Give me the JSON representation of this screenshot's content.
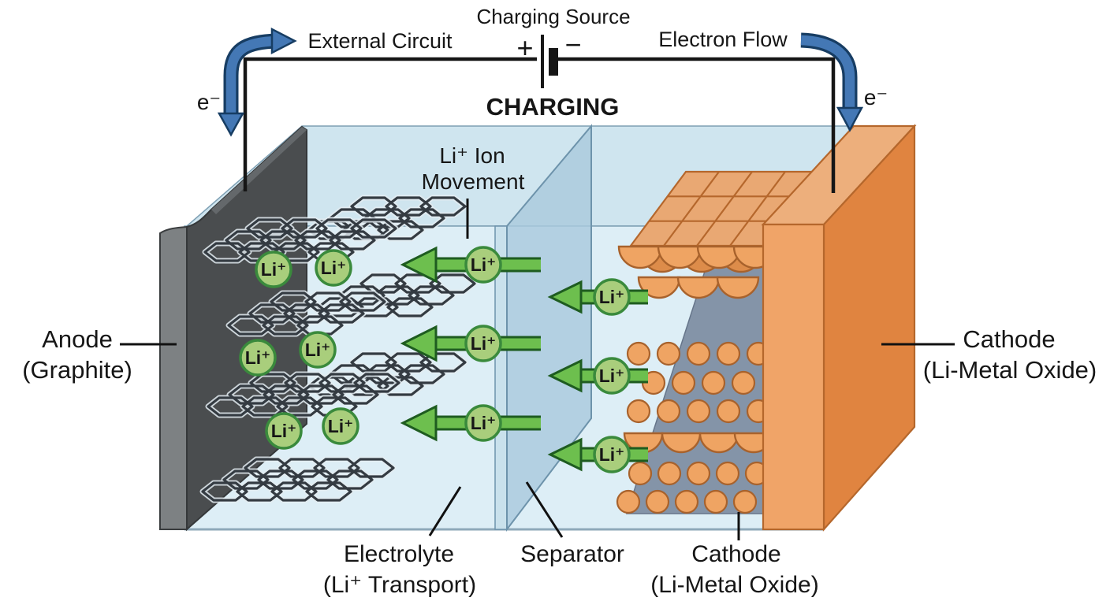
{
  "diagram": {
    "charging_source": "Charging Source",
    "plus": "+",
    "minus": "−",
    "state_label": "CHARGING",
    "external_circuit": "External Circuit",
    "electron_flow": "Electron Flow",
    "electron_symbol_left": "e⁻",
    "electron_symbol_right": "e⁻",
    "li_ion_movement": {
      "line1": "Li⁺ Ion",
      "line2": "Movement"
    },
    "anode_label": {
      "line1": "Anode",
      "line2": "(Graphite)"
    },
    "cathode_label_right": {
      "line1": "Cathode",
      "line2": "(Li-Metal Oxide)"
    },
    "electrolyte_label": {
      "line1": "Electrolyte",
      "line2": "(Li⁺ Transport)"
    },
    "separator_label": "Separator",
    "cathode_label_bottom": {
      "line1": "Cathode",
      "line2": "(Li-Metal Oxide)"
    },
    "ion_label": "Li⁺",
    "ion_count_in_electrolyte": 6,
    "ion_count_at_anode": 6
  },
  "colors": {
    "electrolyte_front": "#ddeef6",
    "electrolyte_top": "#cfe5ef",
    "separator": "#a9c9dd",
    "anode_dark": "#4a4d4f",
    "anode_edge": "#7d8183",
    "cathode_front": "#f0a468",
    "cathode_side": "#e08440",
    "cathode_top": "#edaf7c",
    "crystal_orange": "#efa463",
    "crystal_gray": "#8494a8",
    "ion_green_fill": "#a9ce7c",
    "ion_green_stroke": "#3a8a3c",
    "arrow_green": "#6dbf4e",
    "arrow_green_dark": "#1e5c20",
    "arrow_blue": "#4478b5",
    "arrow_blue_dark": "#173d63",
    "wire_black": "#161616"
  }
}
